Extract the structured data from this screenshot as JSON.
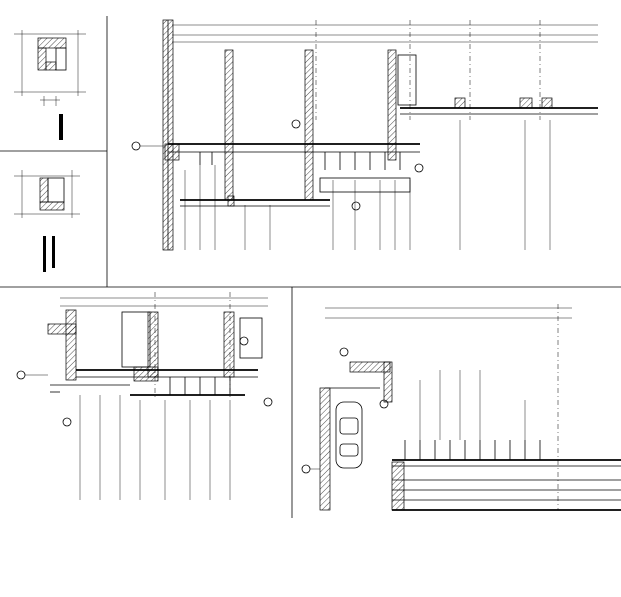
{
  "sheet": {
    "background": "#ffffff",
    "line_color": "#000000"
  },
  "panels": [
    {
      "id": "small-detail-upper"
    },
    {
      "id": "small-detail-lower"
    },
    {
      "id": "section-a"
    },
    {
      "id": "section-b"
    },
    {
      "id": "section-c"
    }
  ],
  "icons": {
    "grid_bubble": "circle",
    "car_symbol": "car-plan-icon"
  }
}
